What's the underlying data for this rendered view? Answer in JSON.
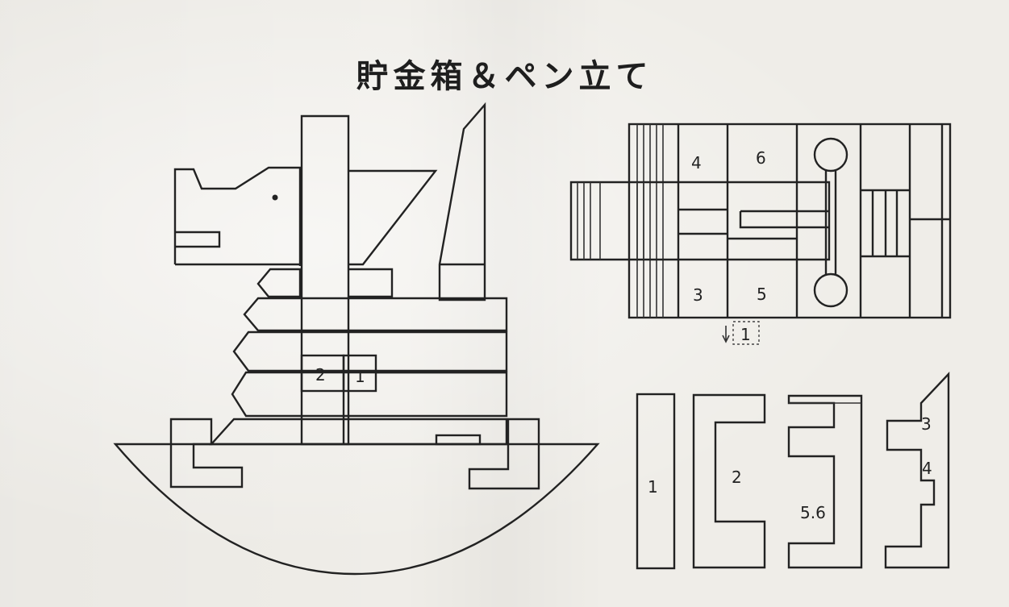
{
  "title": "貯金箱＆ペン立て",
  "colors": {
    "ink": "#222222",
    "paper": "#efede8"
  },
  "assembly_labels": [
    "2",
    "1"
  ],
  "top_view_labels": [
    "4",
    "6",
    "3",
    "5",
    "1"
  ],
  "part_labels": [
    "1",
    "2",
    "5.6",
    "3",
    "4"
  ]
}
